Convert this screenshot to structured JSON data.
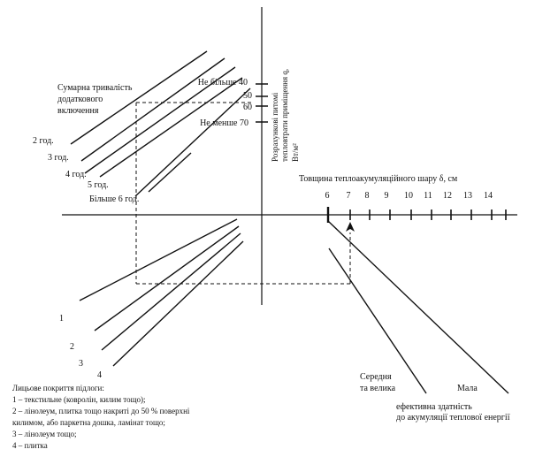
{
  "duration_title": [
    "Сумарна тривалість",
    "додаткового",
    "включення"
  ],
  "duration_labels": [
    "2 год.",
    "3 год.",
    "4 год.",
    "5 год.",
    "Більше 6 год."
  ],
  "q_labels": [
    "Не більше 40",
    "50",
    "60",
    "Не менше 70"
  ],
  "q_axis_title": [
    "Розрахункові питомі",
    "тепловтрати приміщення q,",
    "Вт/м²"
  ],
  "thickness_title": "Товщина теплоакумуляційного шару δ, см",
  "thickness_ticks": [
    "6",
    "7",
    "8",
    "9",
    "10",
    "11",
    "12",
    "13",
    "14"
  ],
  "floor_numbers": [
    "1",
    "2",
    "3",
    "4"
  ],
  "floor_legend": [
    "Лицьове покриття підлоги:",
    "1 – текстильне (ковролін, килим тощо);",
    "2 – лінолеум, плитка тощо накриті до 50 % поверхні",
    "килимом, або паркетна дошка, ламінат тощо;",
    "3 – лінолеум тощо;",
    "4 – плитка"
  ],
  "capacity_labels": [
    "Середня",
    "та велика",
    "Мала"
  ],
  "capacity_title": [
    "ефективна здатність",
    "до акумуляції теплової енергії"
  ]
}
